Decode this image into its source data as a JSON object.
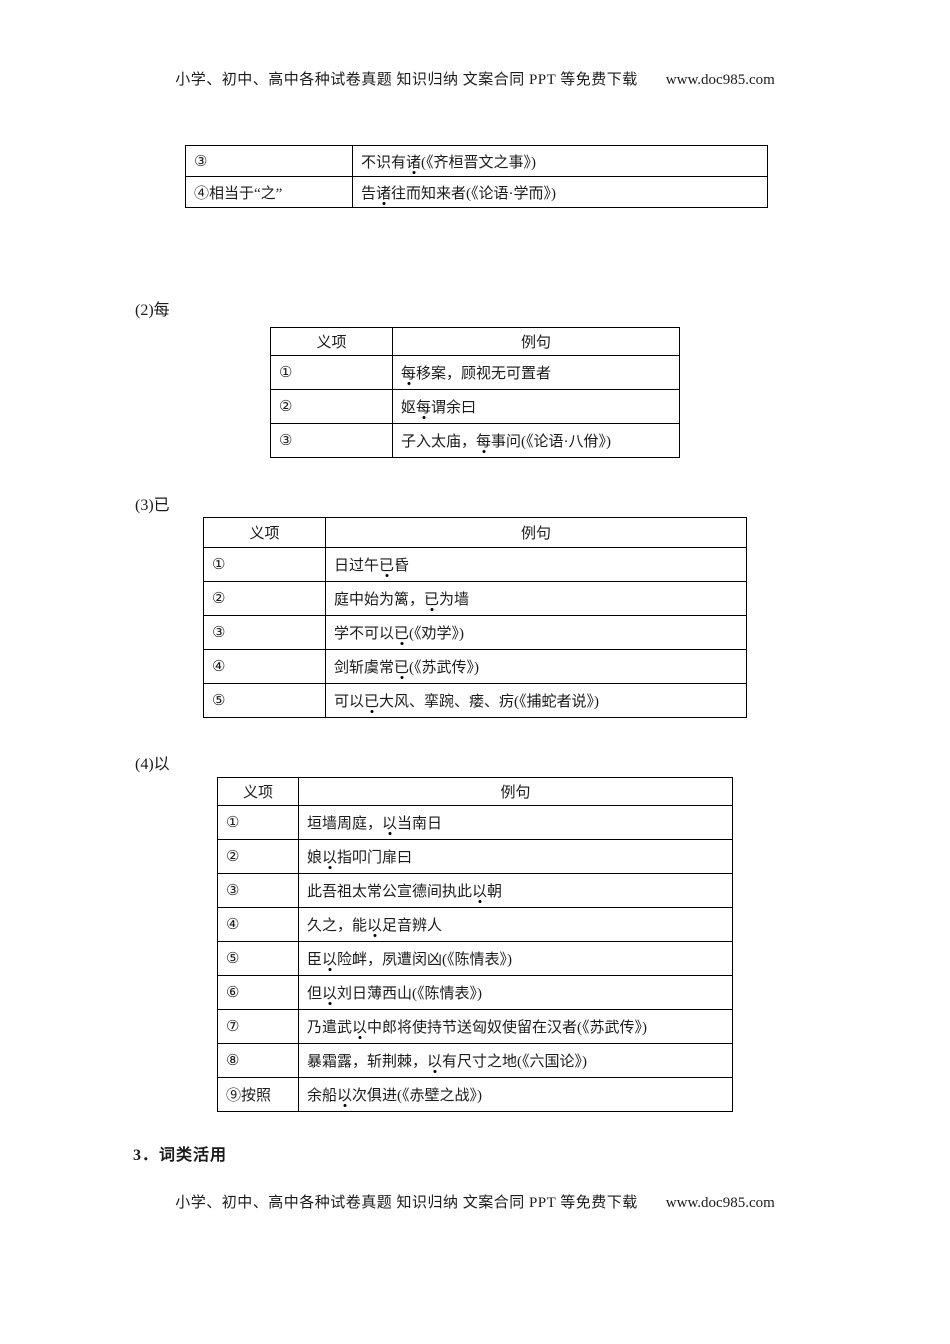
{
  "header": {
    "text": "小学、初中、高中各种试卷真题  知识归纳  文案合同  PPT 等免费下载",
    "url": "www.doc985.com"
  },
  "footer": {
    "text": "小学、初中、高中各种试卷真题  知识归纳  文案合同  PPT 等免费下载",
    "url": "www.doc985.com"
  },
  "table_headers": {
    "col1": "义项",
    "col2": "例句"
  },
  "top_table": {
    "rows": [
      {
        "item": "③",
        "example": "不识有[诸](《齐桓晋文之事》)"
      },
      {
        "item": "④相当于“之”",
        "example": "告[诸]往而知来者(《论语·学而》)"
      }
    ]
  },
  "sections": [
    {
      "label": "(2)每",
      "rows": [
        {
          "item": "①",
          "example": "[每]移案，顾视无可置者"
        },
        {
          "item": "②",
          "example": "妪[每]谓余曰"
        },
        {
          "item": "③",
          "example": "子入太庙，[每]事问(《论语·八佾》)"
        }
      ]
    },
    {
      "label": "(3)已",
      "rows": [
        {
          "item": "①",
          "example": "日过午[已]昏"
        },
        {
          "item": "②",
          "example": "庭中始为篱，[已]为墙"
        },
        {
          "item": "③",
          "example": "学不可以[已](《劝学》)"
        },
        {
          "item": "④",
          "example": "剑斩虞常[已](《苏武传》)"
        },
        {
          "item": "⑤",
          "example": "可以[已]大风、挛踠、瘘、疠(《捕蛇者说》)"
        }
      ]
    },
    {
      "label": "(4)以",
      "rows": [
        {
          "item": "①",
          "example": "垣墙周庭，[以]当南日"
        },
        {
          "item": "②",
          "example": "娘[以]指叩门扉曰"
        },
        {
          "item": "③",
          "example": "此吾祖太常公宣德间执此[以]朝"
        },
        {
          "item": "④",
          "example": "久之，能[以]足音辨人"
        },
        {
          "item": "⑤",
          "example": "臣[以]险衅，夙遭闵凶(《陈情表》)"
        },
        {
          "item": "⑥",
          "example": "但[以]刘日薄西山(《陈情表》)"
        },
        {
          "item": "⑦",
          "example": "乃遣武[以]中郎将使持节送匈奴使留在汉者(《苏武传》)"
        },
        {
          "item": "⑧",
          "example": "暴霜露，斩荆棘，[以]有尺寸之地(《六国论》)"
        },
        {
          "item": "⑨按照",
          "example": "余船[以]次俱进(《赤壁之战》)"
        }
      ]
    }
  ],
  "next_section_heading": "3．词类活用",
  "colors": {
    "text": "#1b1b1b",
    "border": "#000000",
    "background": "#ffffff"
  }
}
